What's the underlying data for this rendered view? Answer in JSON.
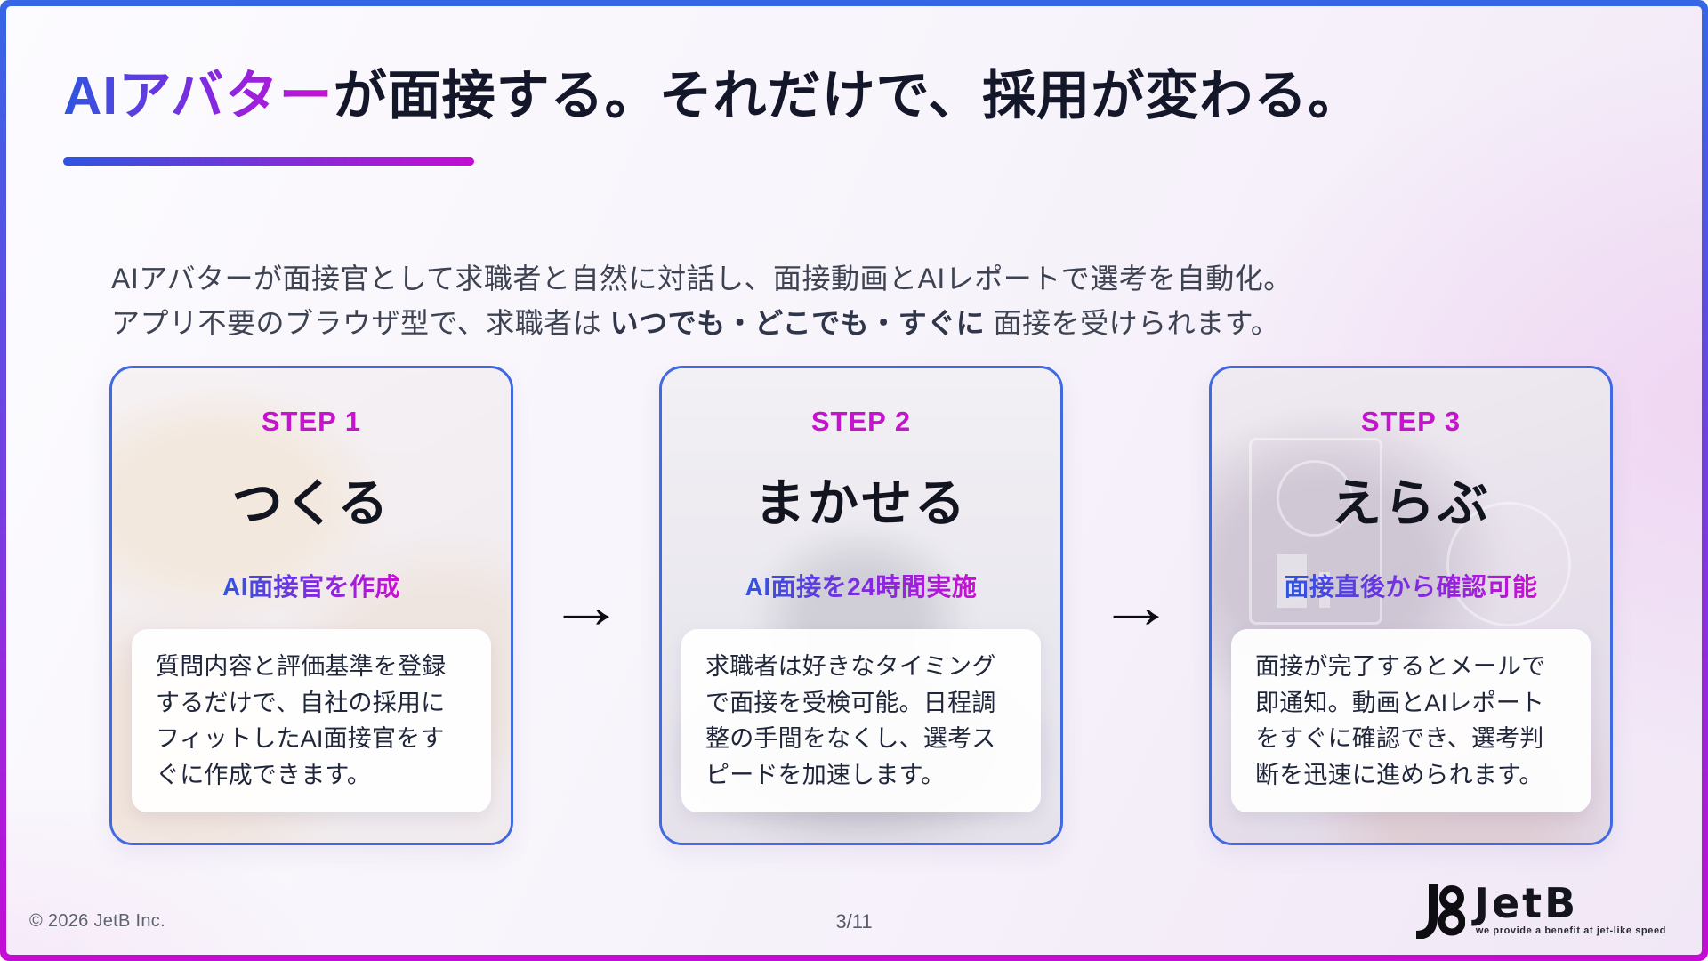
{
  "slide": {
    "title": {
      "highlight": "AIアバター",
      "rest": "が面接する。それだけで、採用が変わる。"
    },
    "lede": {
      "line1": "AIアバターが面接官として求職者と自然に対話し、面接動画とAIレポートで選考を自動化。",
      "line2_pre": "アプリ不要のブラウザ型で、求職者は ",
      "line2_bold": "いつでも・どこでも・すぐに",
      "line2_post": " 面接を受けられます。"
    },
    "arrow_icon": "→",
    "steps": [
      {
        "label": "STEP 1",
        "title": "つくる",
        "subtitle": "AI面接官を作成",
        "description": "質問内容と評価基準を登録するだけで、自社の採用にフィットしたAI面接官をすぐに作成できます。"
      },
      {
        "label": "STEP 2",
        "title": "まかせる",
        "subtitle": "AI面接を24時間実施",
        "description": "求職者は好きなタイミングで面接を受検可能。日程調整の手間をなくし、選考スピードを加速します。"
      },
      {
        "label": "STEP 3",
        "title": "えらぶ",
        "subtitle": "面接直後から確認可能",
        "description": "面接が完了するとメールで即通知。動画とAIレポートをすぐに確認でき、選考判断を迅速に進められます。"
      }
    ],
    "footer": {
      "copyright": "© 2026 JetB Inc.",
      "page": "3/11",
      "logo_text": "JetB",
      "logo_tagline": "we provide a benefit at jet-like speed"
    },
    "colors": {
      "accent_blue": "#2f55e0",
      "accent_magenta": "#c90fd2",
      "card_border": "#4169e1",
      "step_label_pink": "#c613ce"
    }
  }
}
